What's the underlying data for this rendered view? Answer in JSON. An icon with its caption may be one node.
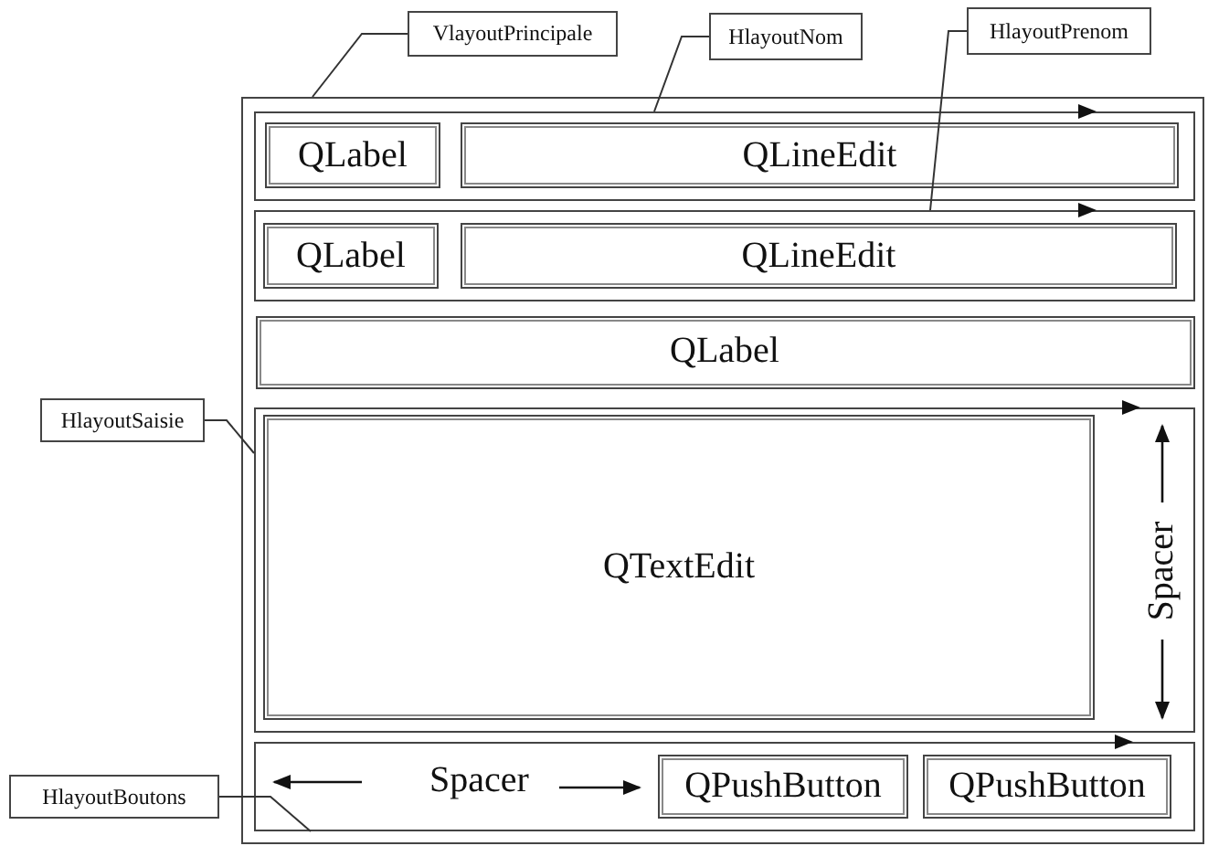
{
  "diagram": {
    "nodes": [
      {
        "text": [],
        "shape": "box"
      },
      {
        "text": [],
        "shape": "box",
        "in": 0
      },
      {
        "text": [
          "QLabel"
        ],
        "in": 1
      },
      {
        "text": [
          "QLineEdit"
        ],
        "in": 1
      },
      {
        "text": [],
        "shape": "box",
        "in": 0
      },
      {
        "text": [
          "QLabel"
        ],
        "in": 4
      },
      {
        "text": [
          "QLineEdit"
        ],
        "in": 4
      },
      {
        "text": [
          "QLabel"
        ],
        "in": 0
      },
      {
        "text": [],
        "shape": "box",
        "in": 0
      },
      {
        "text": [
          "QTextEdit"
        ],
        "in": 8
      },
      {
        "text": [],
        "shape": "box",
        "in": 0
      },
      {
        "text": [
          "QPushButton"
        ],
        "in": 10
      },
      {
        "text": [
          "QPushButton"
        ],
        "in": 10
      },
      {
        "text": [
          "VlayoutPrincipale"
        ]
      },
      {
        "text": [
          "HlayoutNom"
        ]
      },
      {
        "text": [
          "HlayoutPrenom"
        ]
      },
      {
        "text": [
          "HlayoutSaisie"
        ]
      },
      {
        "text": [
          "HlayoutBoutons"
        ]
      }
    ],
    "edges": [
      {
        "from": 13,
        "to": 0,
        "arrow": "none"
      },
      {
        "from": 14,
        "to": 1,
        "arrow": "none"
      },
      {
        "from": 15,
        "to": 4,
        "arrow": "none"
      },
      {
        "from": 16,
        "to": 8,
        "arrow": "none"
      },
      {
        "from": 17,
        "to": 10,
        "arrow": "none"
      }
    ],
    "labels": [
      "Spacer",
      "Spacer"
    ]
  }
}
